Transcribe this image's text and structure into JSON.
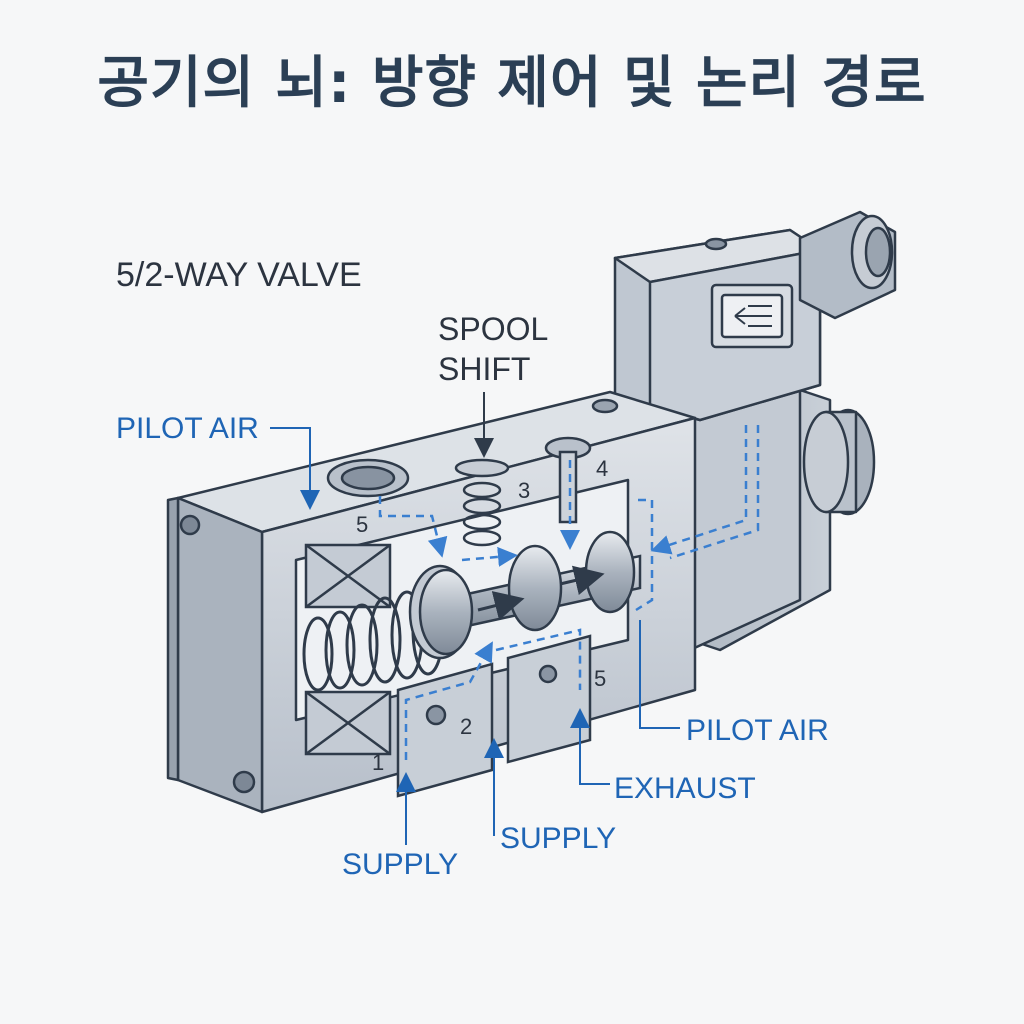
{
  "title": "공기의 뇌: 방향 제어 및 논리 경로",
  "labels": {
    "valve_type": "5/2-WAY VALVE",
    "spool_shift_line1": "SPOOL",
    "spool_shift_line2": "SHIFT",
    "pilot_air_left": "PILOT AIR",
    "pilot_air_right": "PILOT AIR",
    "exhaust": "EXHAUST",
    "supply_left": "SUPPLY",
    "supply_mid": "SUPPLY"
  },
  "ports": {
    "p1": "1",
    "p2": "2",
    "p3": "3",
    "p4": "4",
    "p5_top": "5",
    "p5_bottom": "5"
  },
  "colors": {
    "title": "#2b3f55",
    "body_metal": "#c9cfd7",
    "outline": "#2f3b4a",
    "annotation_blue": "#1f65b5",
    "air_flow_blue": "#3a7fd0"
  },
  "icons": {
    "solenoid_indicator": "arrow-left-icon"
  }
}
